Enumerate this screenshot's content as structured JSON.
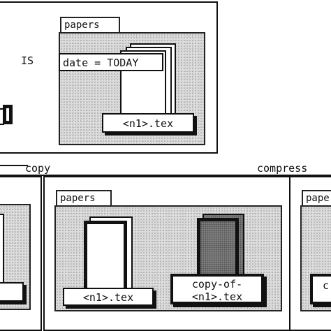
{
  "top_panel": {
    "is_label": "IS",
    "folder_tab": "papers",
    "condition_label": "date = TODAY",
    "file_label": "<n1>.tex"
  },
  "operations": {
    "copy_label": "copy",
    "compress_label": "compress"
  },
  "middle_panel": {
    "folder_tab": "papers",
    "file_label": "<n1>.tex",
    "copy_label_line1": "copy-of-",
    "copy_label_line2": "<n1>.tex"
  },
  "right_panel": {
    "folder_tab": "pape",
    "file_label_partial": "c"
  }
}
